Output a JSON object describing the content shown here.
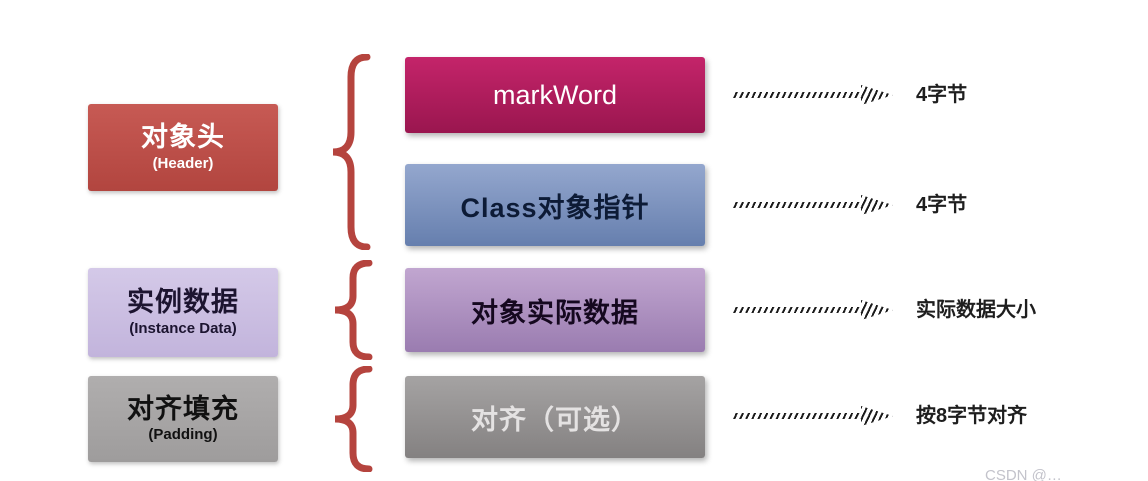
{
  "left_labels": [
    {
      "title": "对象头",
      "subtitle": "(Header)"
    },
    {
      "title": "实例数据",
      "subtitle": "(Instance Data)"
    },
    {
      "title": "对齐填充",
      "subtitle": "(Padding)"
    }
  ],
  "blocks": [
    {
      "label": "markWord",
      "size_label": "4字节"
    },
    {
      "label": "Class对象指针",
      "size_label": "4字节"
    },
    {
      "label": "对象实际数据",
      "size_label": "实际数据大小"
    },
    {
      "label": "对齐（可选）",
      "size_label": "按8字节对齐"
    }
  ],
  "watermark": "CSDN @…",
  "colors": {
    "header_box": "#c0504d",
    "markword_box": "#b81e5b",
    "class_pointer_box": "#7b90bd",
    "instance_label_box": "#ccc1e1",
    "instance_data_box": "#b093c1",
    "padding_label_box": "#a6a6a6",
    "align_box": "#969494",
    "brace": "#b5443e",
    "arrow": "#1c1c1c",
    "background": "#ffffff"
  }
}
